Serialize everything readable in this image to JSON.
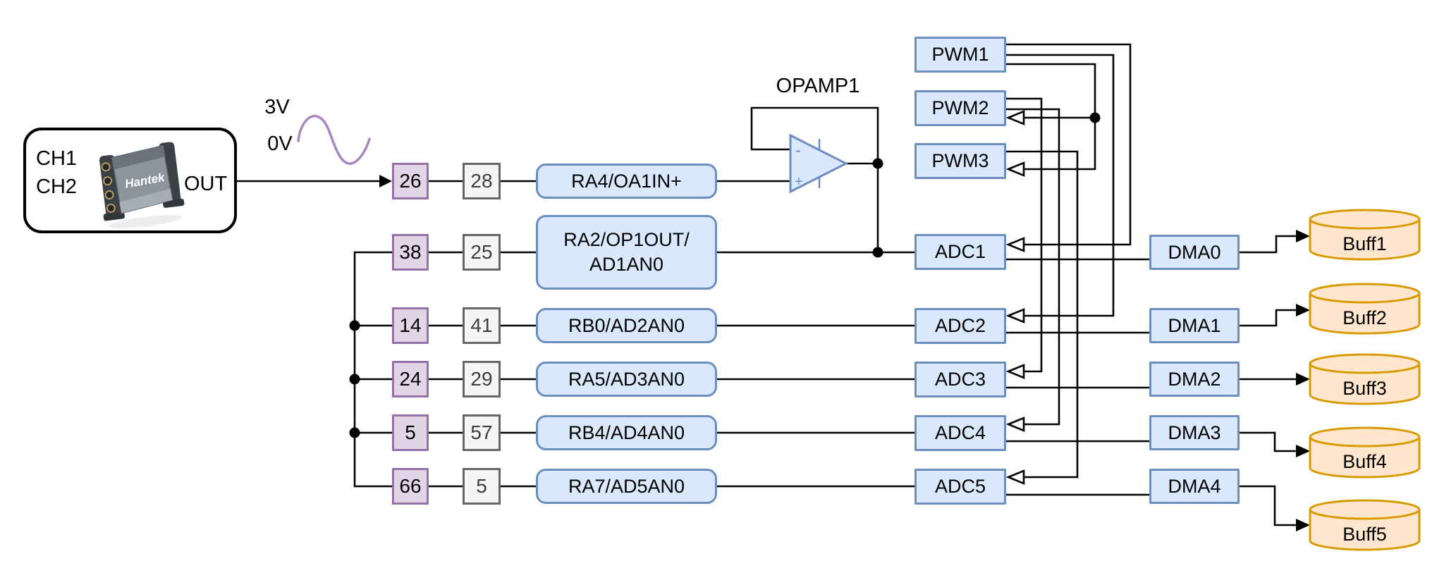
{
  "device": {
    "channel1": "CH1",
    "channel2": "CH2",
    "out_label": "OUT",
    "brand": "Hantek"
  },
  "waveform": {
    "high_label": "3V",
    "low_label": "0V"
  },
  "opamp": {
    "label": "OPAMP1",
    "minus_sign": "-",
    "plus_sign": "+"
  },
  "rows": [
    {
      "pin": "26",
      "pin2": "28",
      "name": [
        "RA4/OA1IN+"
      ]
    },
    {
      "pin": "38",
      "pin2": "25",
      "name": [
        "RA2/OP1OUT/",
        "AD1AN0"
      ]
    },
    {
      "pin": "14",
      "pin2": "41",
      "name": [
        "RB0/AD2AN0"
      ]
    },
    {
      "pin": "24",
      "pin2": "29",
      "name": [
        "RA5/AD3AN0"
      ]
    },
    {
      "pin": "5",
      "pin2": "57",
      "name": [
        "RB4/AD4AN0"
      ]
    },
    {
      "pin": "66",
      "pin2": "5",
      "name": [
        "RA7/AD5AN0"
      ]
    }
  ],
  "pwm_blocks": [
    {
      "label": "PWM1"
    },
    {
      "label": "PWM2"
    },
    {
      "label": "PWM3"
    }
  ],
  "adc_blocks": [
    {
      "label": "ADC1"
    },
    {
      "label": "ADC2"
    },
    {
      "label": "ADC3"
    },
    {
      "label": "ADC4"
    },
    {
      "label": "ADC5"
    }
  ],
  "dma_blocks": [
    {
      "label": "DMA0"
    },
    {
      "label": "DMA1"
    },
    {
      "label": "DMA2"
    },
    {
      "label": "DMA3"
    },
    {
      "label": "DMA4"
    }
  ],
  "buffers": [
    {
      "label": "Buff1"
    },
    {
      "label": "Buff2"
    },
    {
      "label": "Buff3"
    },
    {
      "label": "Buff4"
    },
    {
      "label": "Buff5"
    }
  ],
  "colors": {
    "node_fill": "#dae8fc",
    "node_border": "#6c8ebf",
    "pin_fill": "#e1d5e7",
    "pin_border": "#9673a6",
    "alt_fill": "#f5f5f5",
    "alt_border": "#666666",
    "buffer_fill": "#ffe6cc",
    "buffer_border": "#d79b00",
    "wave_stroke": "#a886bf",
    "wire_stroke": "#000000"
  }
}
